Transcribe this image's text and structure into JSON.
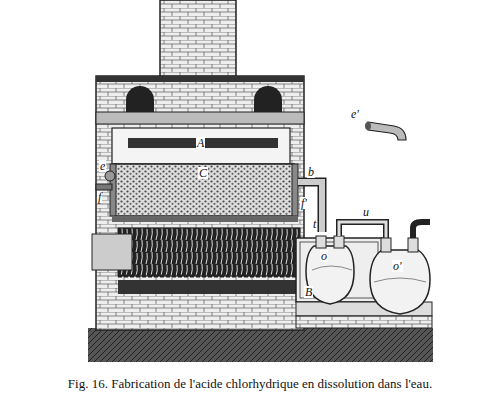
{
  "diagram": {
    "caption": "Fig. 16. Fabrication de l'acide chlorhydrique en dissolution dans l'eau.",
    "labels": [
      "A",
      "C",
      "e",
      "f",
      "b",
      "f'",
      "e'",
      "t",
      "o",
      "u",
      "o'",
      "B"
    ]
  }
}
